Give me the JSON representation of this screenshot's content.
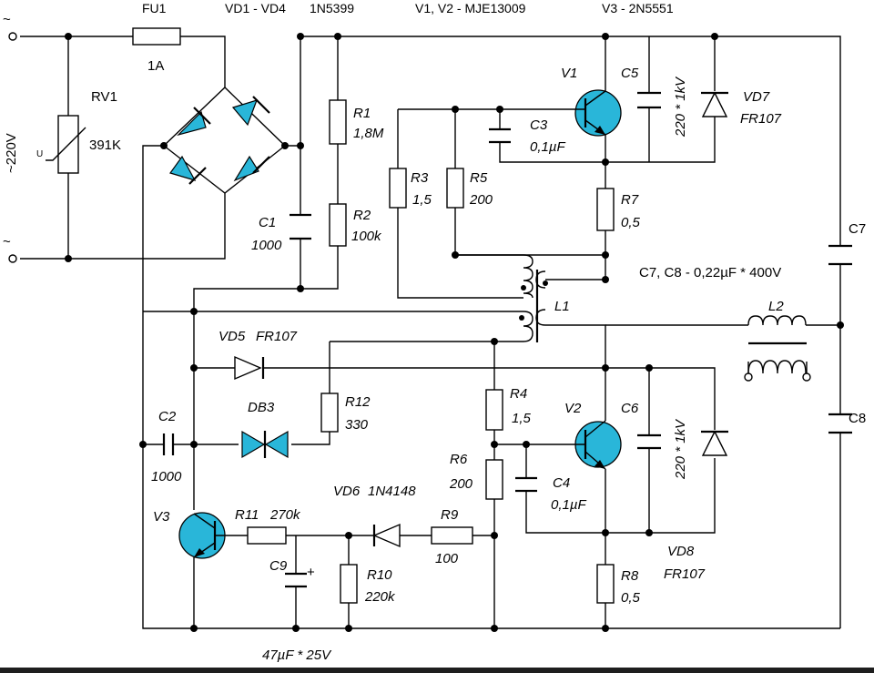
{
  "header": {
    "fuse": "FU1",
    "bridge": "VD1 - VD4",
    "bridge_part": "1N5399",
    "power_transistors": "V1, V2 - MJE13009",
    "trigger_transistor": "V3 - 2N5551"
  },
  "labels": {
    "fuse_rating": "1A",
    "rv1": "RV1",
    "rv1_value": "391K",
    "rv1_u": "U",
    "mains": "~220V",
    "ac_top": "~",
    "ac_bottom": "~",
    "r1": "R1",
    "r1_value": "1,8M",
    "r2": "R2",
    "r2_value": "100k",
    "c1": "C1",
    "c1_value": "1000",
    "r3": "R3",
    "r3_value": "1,5",
    "r5": "R5",
    "r5_value": "200",
    "c3": "C3",
    "c3_value": "0,1µF",
    "v1": "V1",
    "c5": "C5",
    "c5_value": "220 * 1kV",
    "vd7": "VD7",
    "vd7_value": "FR107",
    "r7": "R7",
    "r7_value": "0,5",
    "c7": "C7",
    "c7c8_value": "C7, C8 - 0,22µF * 400V",
    "l1": "L1",
    "l2": "L2",
    "vd5": "VD5",
    "vd5_value": "FR107",
    "db3": "DB3",
    "r12": "R12",
    "r12_value": "330",
    "c2": "C2",
    "c2_value": "1000",
    "r4": "R4",
    "r4_value": "1,5",
    "v2": "V2",
    "c6": "C6",
    "c6_value": "220 * 1kV",
    "c8": "C8",
    "r6": "R6",
    "r6_value": "200",
    "c4": "C4",
    "c4_value": "0,1µF",
    "vd6": "VD6",
    "vd6_value": "1N4148",
    "v3": "V3",
    "r11": "R11",
    "r11_value": "270k",
    "r9": "R9",
    "r9_value": "100",
    "c9": "C9",
    "c9_plus": "+",
    "r10": "R10",
    "r10_value": "220k",
    "r8": "R8",
    "r8_value": "0,5",
    "vd8": "VD8",
    "vd8_value": "FR107",
    "c9_value": "47µF * 25V"
  }
}
